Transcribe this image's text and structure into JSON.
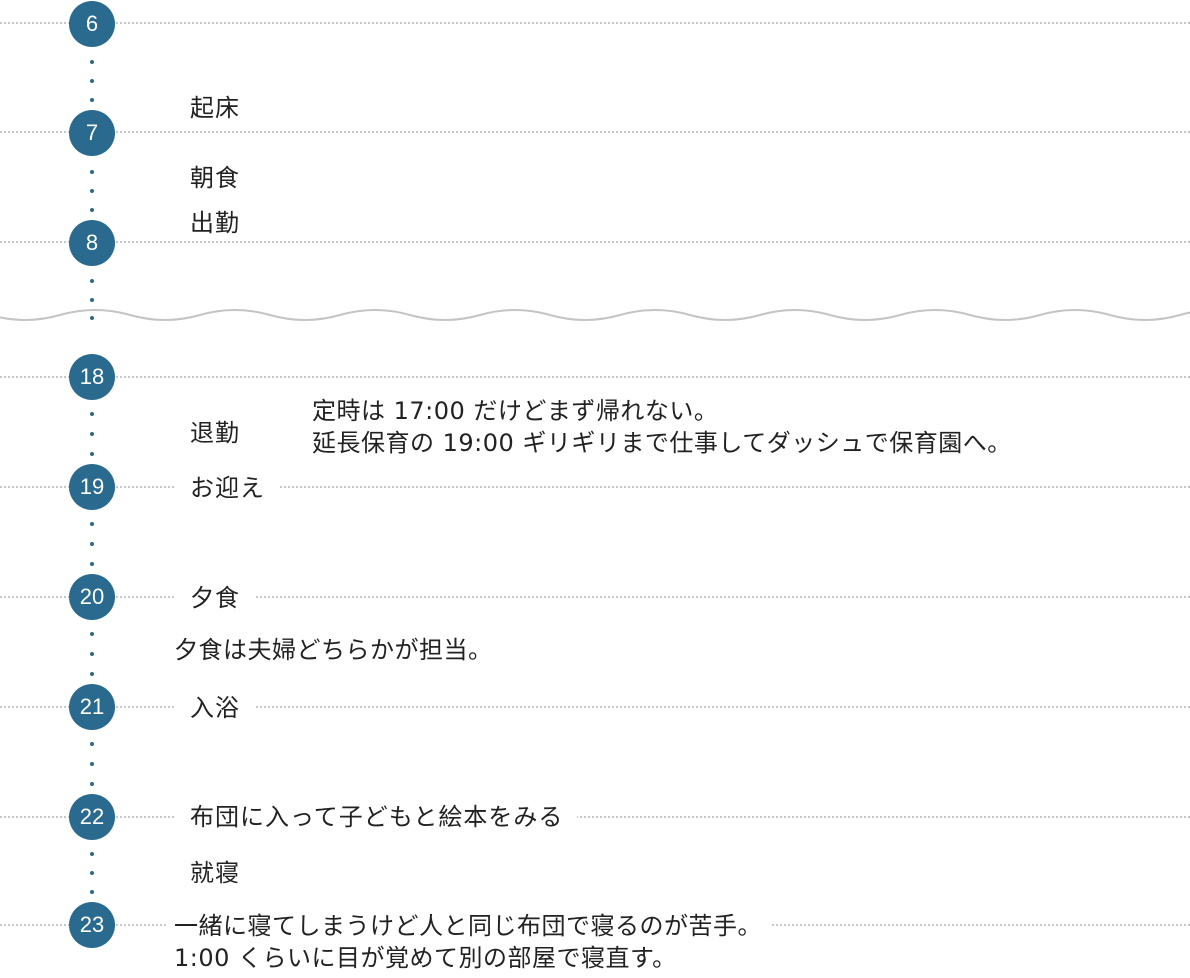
{
  "colors": {
    "accent": "#2a6a8f",
    "line": "#c8c8c8",
    "wave": "#c4c4c4",
    "text": "#222222"
  },
  "hours": [
    "6",
    "7",
    "8",
    "18",
    "19",
    "20",
    "21",
    "22",
    "23"
  ],
  "events": {
    "wake": "起床",
    "breakfast": "朝食",
    "commute": "出勤",
    "leave_work": "退勤",
    "pickup": "お迎え",
    "dinner": "夕食",
    "bath": "入浴",
    "picture_book": "布団に入って子どもと絵本をみる",
    "sleep": "就寝"
  },
  "notes": {
    "evening": [
      "定時は 17:00 だけどまず帰れない。",
      "延長保育の 19:00 ギリギリまで仕事してダッシュで保育園へ。"
    ],
    "dinner": [
      "夕食は夫婦どちらかが担当。"
    ],
    "night": [
      "一緒に寝てしまうけど人と同じ布団で寝るのが苦手。",
      "1:00 くらいに目が覚めて別の部屋で寝直す。"
    ]
  }
}
